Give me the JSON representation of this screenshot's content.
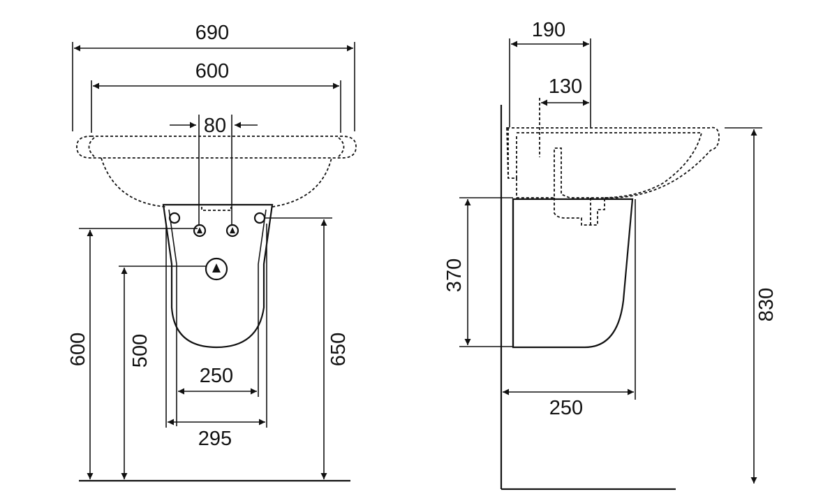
{
  "front_view": {
    "overall_width": "690",
    "basin_width": "600",
    "tap_spacing": "80",
    "pedestal_inner_width": "250",
    "pedestal_outer_width": "295",
    "fixing_height_left": "600",
    "waste_height": "500",
    "fixing_height_right": "650"
  },
  "side_view": {
    "projection_top": "190",
    "tap_offset": "130",
    "pedestal_height": "370",
    "pedestal_depth": "250",
    "overall_height": "830"
  }
}
